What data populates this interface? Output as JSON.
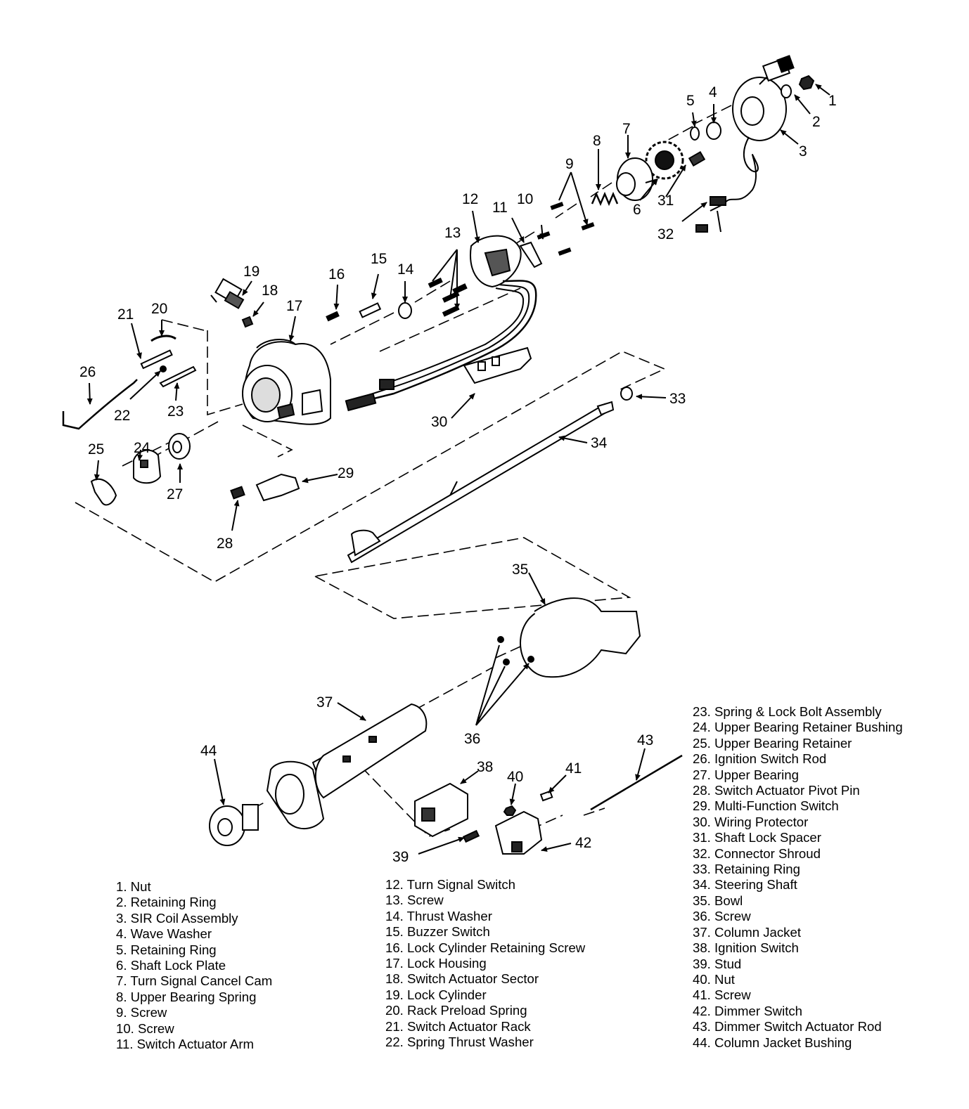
{
  "callouts": {
    "n1": "1",
    "n2": "2",
    "n3": "3",
    "n4": "4",
    "n5": "5",
    "n6": "6",
    "n7": "7",
    "n8": "8",
    "n9": "9",
    "n10": "10",
    "n11": "11",
    "n12": "12",
    "n13": "13",
    "n14": "14",
    "n15": "15",
    "n16": "16",
    "n17": "17",
    "n18": "18",
    "n19": "19",
    "n20": "20",
    "n21": "21",
    "n22": "22",
    "n23": "23",
    "n24": "24",
    "n25": "25",
    "n26": "26",
    "n27": "27",
    "n28": "28",
    "n29": "29",
    "n30": "30",
    "n31": "31",
    "n32": "32",
    "n33": "33",
    "n34": "34",
    "n35": "35",
    "n36": "36",
    "n37": "37",
    "n38": "38",
    "n39": "39",
    "n40": "40",
    "n41": "41",
    "n42": "42",
    "n43": "43",
    "n44": "44"
  },
  "legend": {
    "col1": [
      " 1. Nut",
      " 2. Retaining Ring",
      " 3. SIR Coil Assembly",
      " 4. Wave Washer",
      " 5. Retaining Ring",
      " 6. Shaft Lock Plate",
      " 7. Turn Signal Cancel Cam",
      " 8. Upper Bearing Spring",
      " 9. Screw",
      "10. Screw",
      "11. Switch Actuator Arm"
    ],
    "col2": [
      "12. Turn Signal Switch",
      "13. Screw",
      "14. Thrust Washer",
      "15. Buzzer Switch",
      "16. Lock Cylinder Retaining Screw",
      "17. Lock Housing",
      "18. Switch Actuator Sector",
      "19. Lock Cylinder",
      "20. Rack Preload Spring",
      "21. Switch Actuator Rack",
      "22. Spring Thrust Washer"
    ],
    "col3": [
      "23. Spring & Lock Bolt Assembly",
      "24. Upper Bearing Retainer Bushing",
      "25. Upper Bearing Retainer",
      "26. Ignition Switch Rod",
      "27. Upper Bearing",
      "28. Switch Actuator Pivot Pin",
      "29. Multi-Function Switch",
      "30. Wiring Protector",
      "31. Shaft Lock Spacer",
      "32. Connector Shroud",
      "33. Retaining Ring",
      "34. Steering Shaft",
      "35. Bowl",
      "36. Screw",
      "37. Column Jacket",
      "38. Ignition Switch",
      "39. Stud",
      "40. Nut",
      "41. Screw",
      "42. Dimmer Switch",
      "43. Dimmer Switch Actuator Rod",
      "44. Column Jacket Bushing"
    ]
  }
}
